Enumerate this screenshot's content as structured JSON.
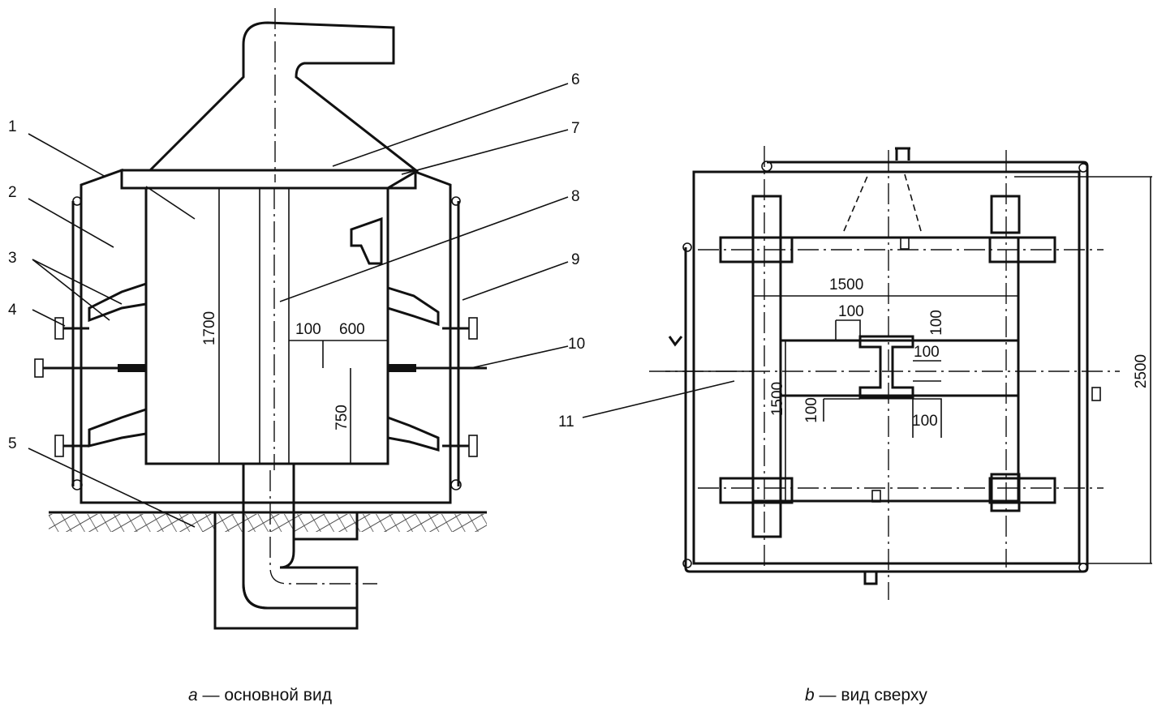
{
  "view_a": {
    "labels": [
      "1",
      "2",
      "3",
      "4",
      "5",
      "6",
      "7",
      "8",
      "9",
      "10"
    ],
    "dims": {
      "height": "1700",
      "gap": "100",
      "width": "600",
      "lower": "750"
    },
    "caption_letter": "a",
    "caption_text": " — основной вид"
  },
  "view_b": {
    "label_11": "11",
    "dims": {
      "inner_width": "1500",
      "inner_height": "1500",
      "outer": "2500",
      "d100_top": "100",
      "d100_vert": "100",
      "d100_right": "100",
      "d100_left": "100",
      "d100_bottom": "100"
    },
    "caption_letter": "b",
    "caption_text": " — вид сверху"
  }
}
